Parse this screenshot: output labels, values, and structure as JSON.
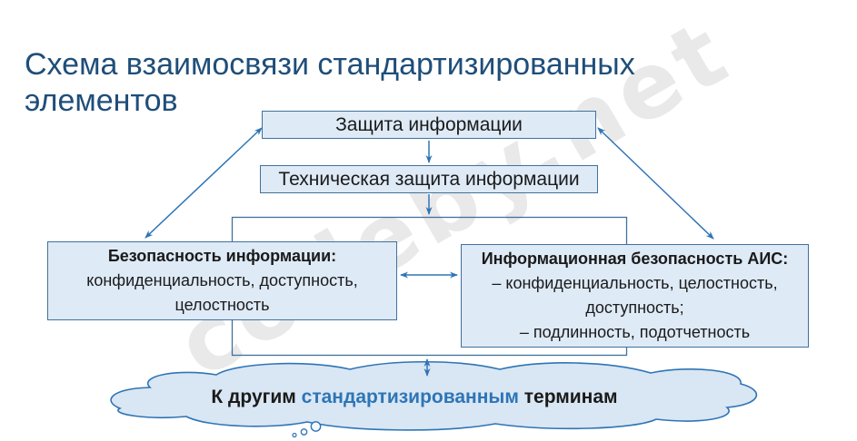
{
  "title": "Схема взаимосвязи стандартизированных элементов",
  "watermark": "codeby.net",
  "colors": {
    "title_text": "#1F4E79",
    "box_fill": "#DEEAF6",
    "box_border": "#41719C",
    "arrow": "#2E75B6",
    "cloud_fill": "#D9E6F3",
    "highlight_text": "#2E75B6",
    "body_text": "#1A1A1A",
    "watermark_text": "#E9E9E9"
  },
  "nodes": {
    "protection": {
      "label": "Защита информации"
    },
    "technical": {
      "label": "Техническая защита информации"
    },
    "infosec": {
      "heading": "Безопасность информации:",
      "line1": "конфиденциальность, доступность,",
      "line2": "целостность"
    },
    "aissec": {
      "heading": "Информационная безопасность АИС:",
      "line1": "– конфиденциальность, целостность,",
      "line2": "доступность;",
      "line3": "– подлинность, подотчетность"
    }
  },
  "cloud": {
    "text_before": "К другим ",
    "text_highlight": "стандартизированным",
    "text_after": " терминам"
  }
}
